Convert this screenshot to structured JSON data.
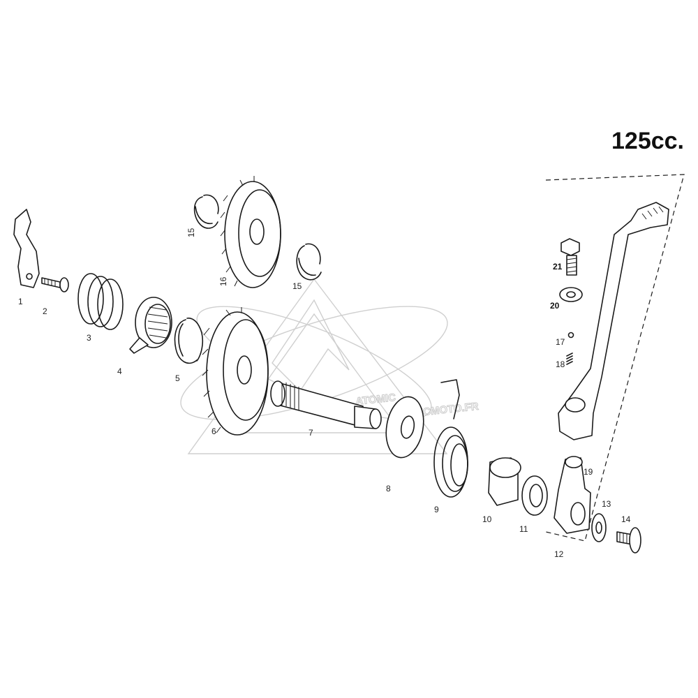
{
  "diagram": {
    "title": "125cc.",
    "watermark": {
      "brand": "ATOMIC",
      "site": "ATOMICMOTO.FR",
      "color": "#cfcfcf"
    },
    "parts": [
      {
        "label": "1"
      },
      {
        "label": "2"
      },
      {
        "label": "3"
      },
      {
        "label": "4"
      },
      {
        "label": "5"
      },
      {
        "label": "6"
      },
      {
        "label": "7"
      },
      {
        "label": "8"
      },
      {
        "label": "9"
      },
      {
        "label": "10"
      },
      {
        "label": "11"
      },
      {
        "label": "12"
      },
      {
        "label": "13"
      },
      {
        "label": "14"
      },
      {
        "label": "15"
      },
      {
        "label": "15"
      },
      {
        "label": "16"
      },
      {
        "label": "17"
      },
      {
        "label": "18"
      },
      {
        "label": "19"
      },
      {
        "label": "20"
      },
      {
        "label": "21"
      }
    ]
  }
}
